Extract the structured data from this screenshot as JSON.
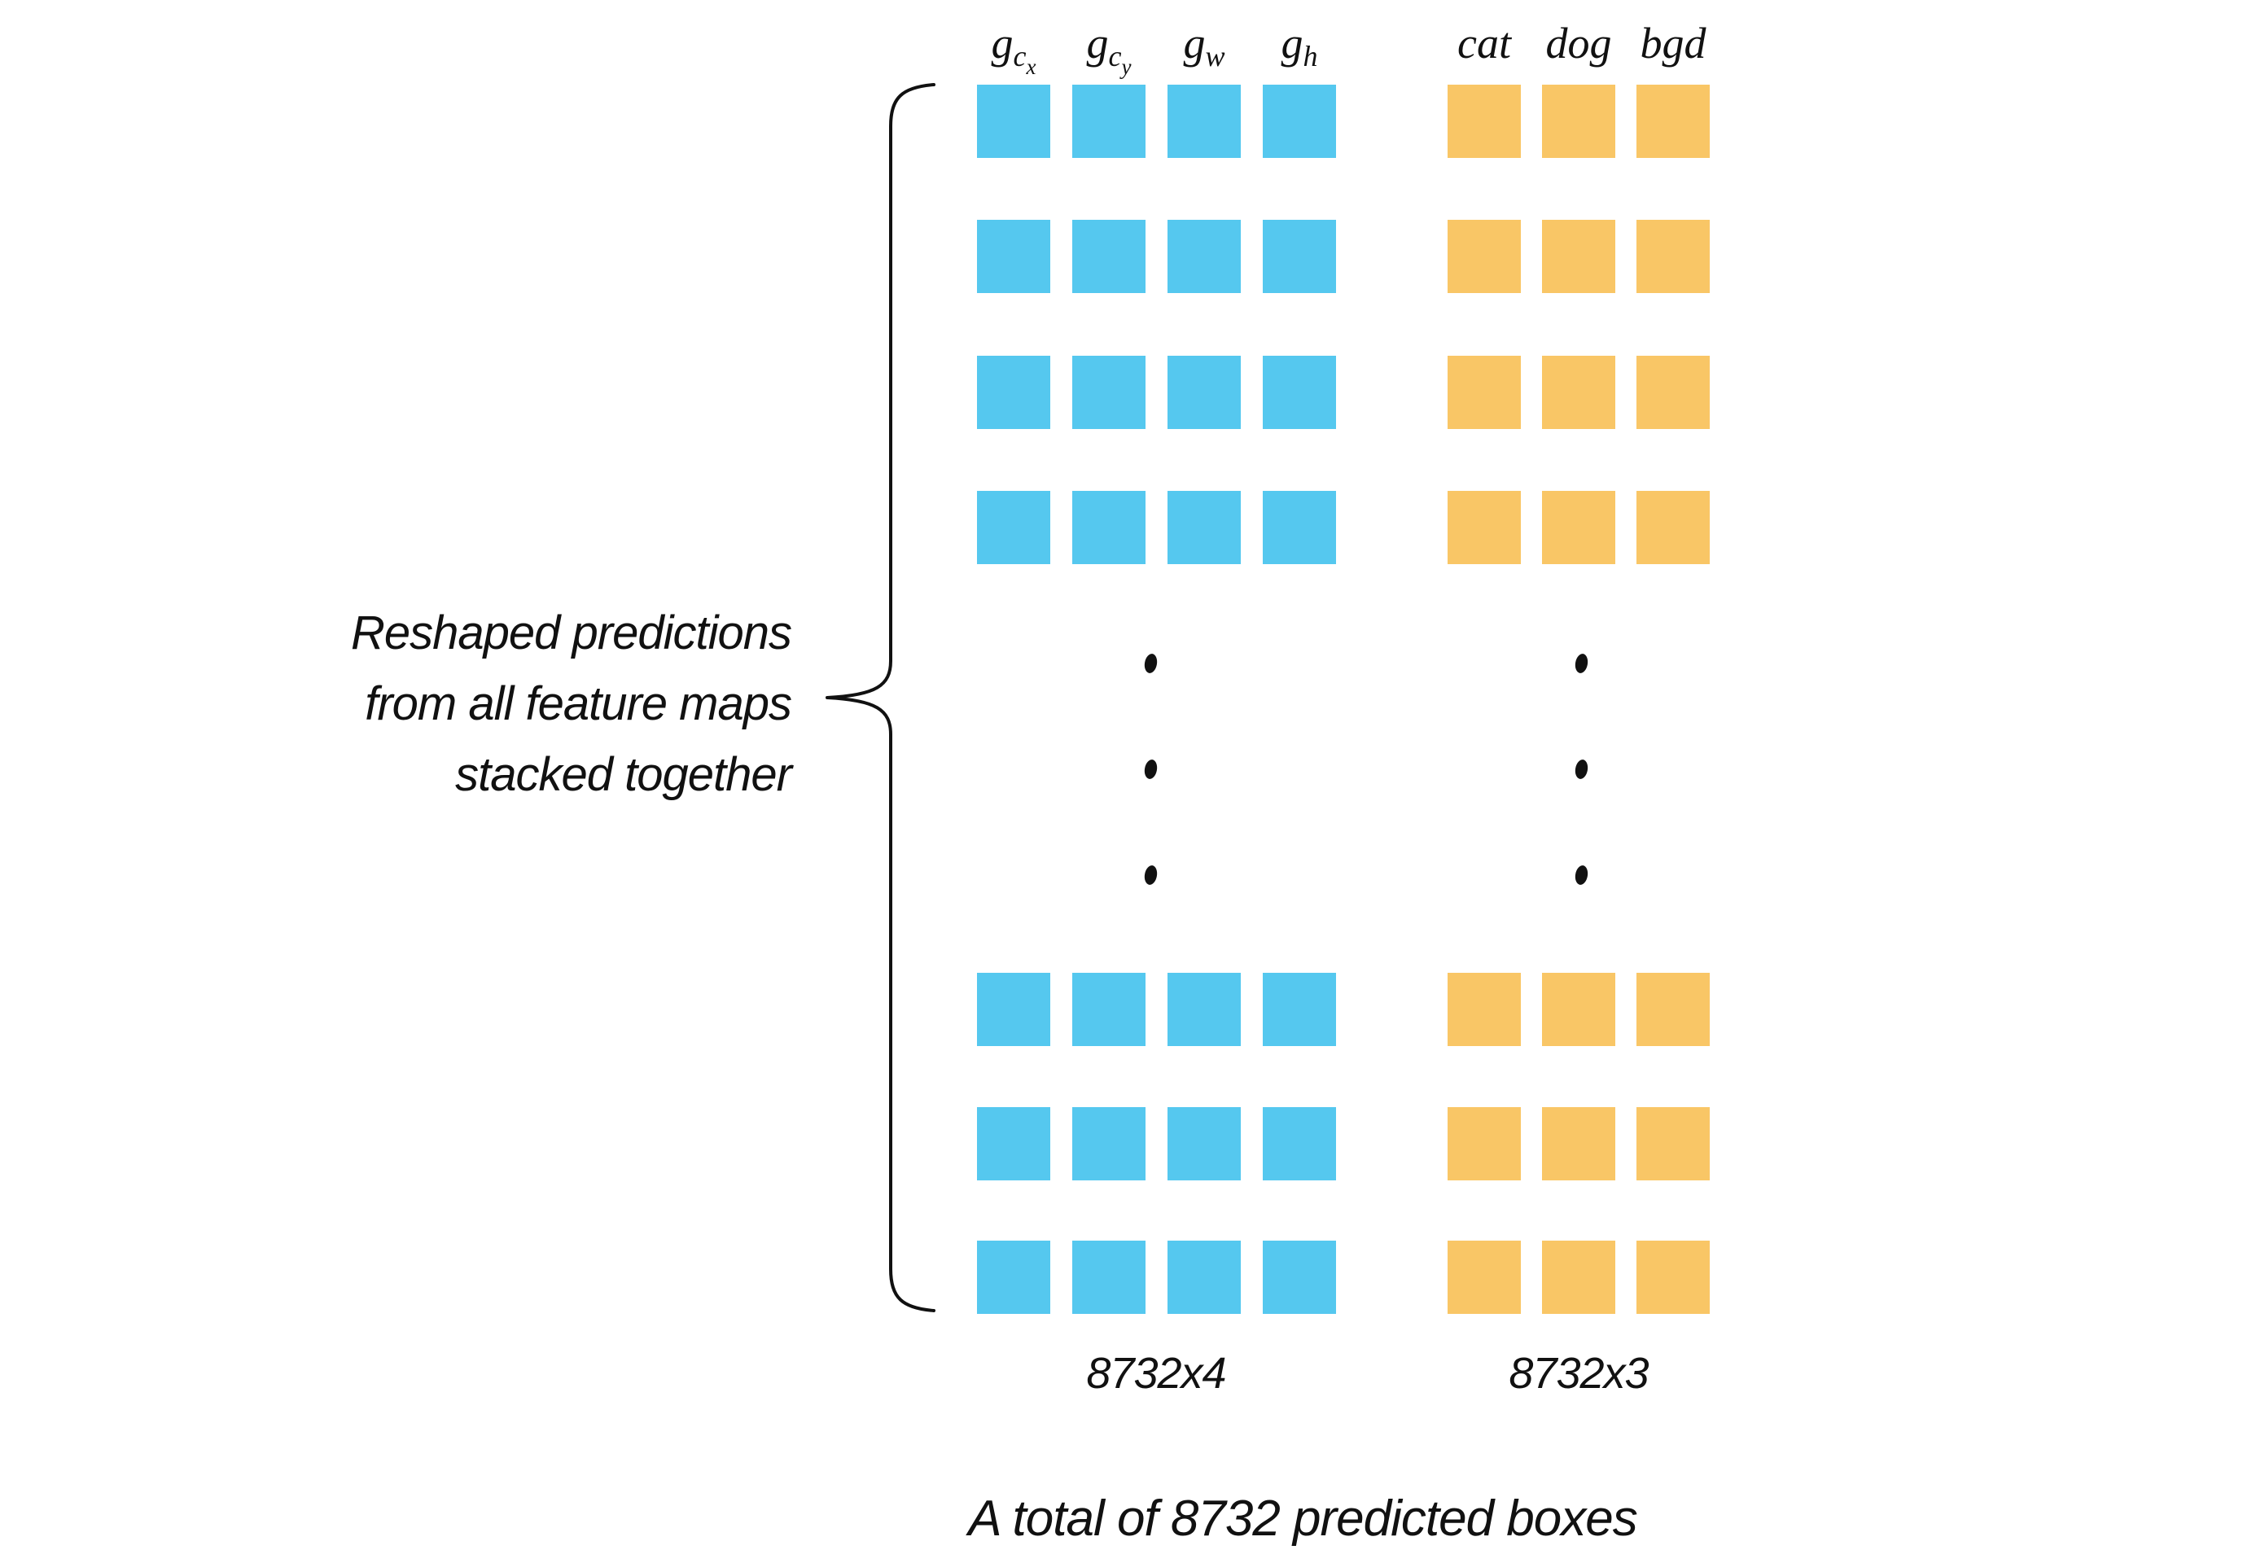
{
  "note": {
    "lines": [
      "Reshaped predictions",
      "from all feature maps",
      "stacked together"
    ]
  },
  "matrix": {
    "box_headers": [
      {
        "base": "g",
        "sub": "c",
        "subsub": "x"
      },
      {
        "base": "g",
        "sub": "c",
        "subsub": "y"
      },
      {
        "base": "g",
        "sub": "w",
        "subsub": ""
      },
      {
        "base": "g",
        "sub": "h",
        "subsub": ""
      }
    ],
    "class_headers": [
      "cat",
      "dog",
      "bgd"
    ],
    "top_row_count": 4,
    "bottom_row_count": 3,
    "ellipsis_dot_count": 3,
    "box_block_label": "8732x4",
    "class_block_label": "8732x3",
    "colors": {
      "box_color": "#55C8EF",
      "class_color": "#F9C666",
      "ink": "#111111"
    }
  },
  "caption": "A total of 8732 predicted boxes"
}
